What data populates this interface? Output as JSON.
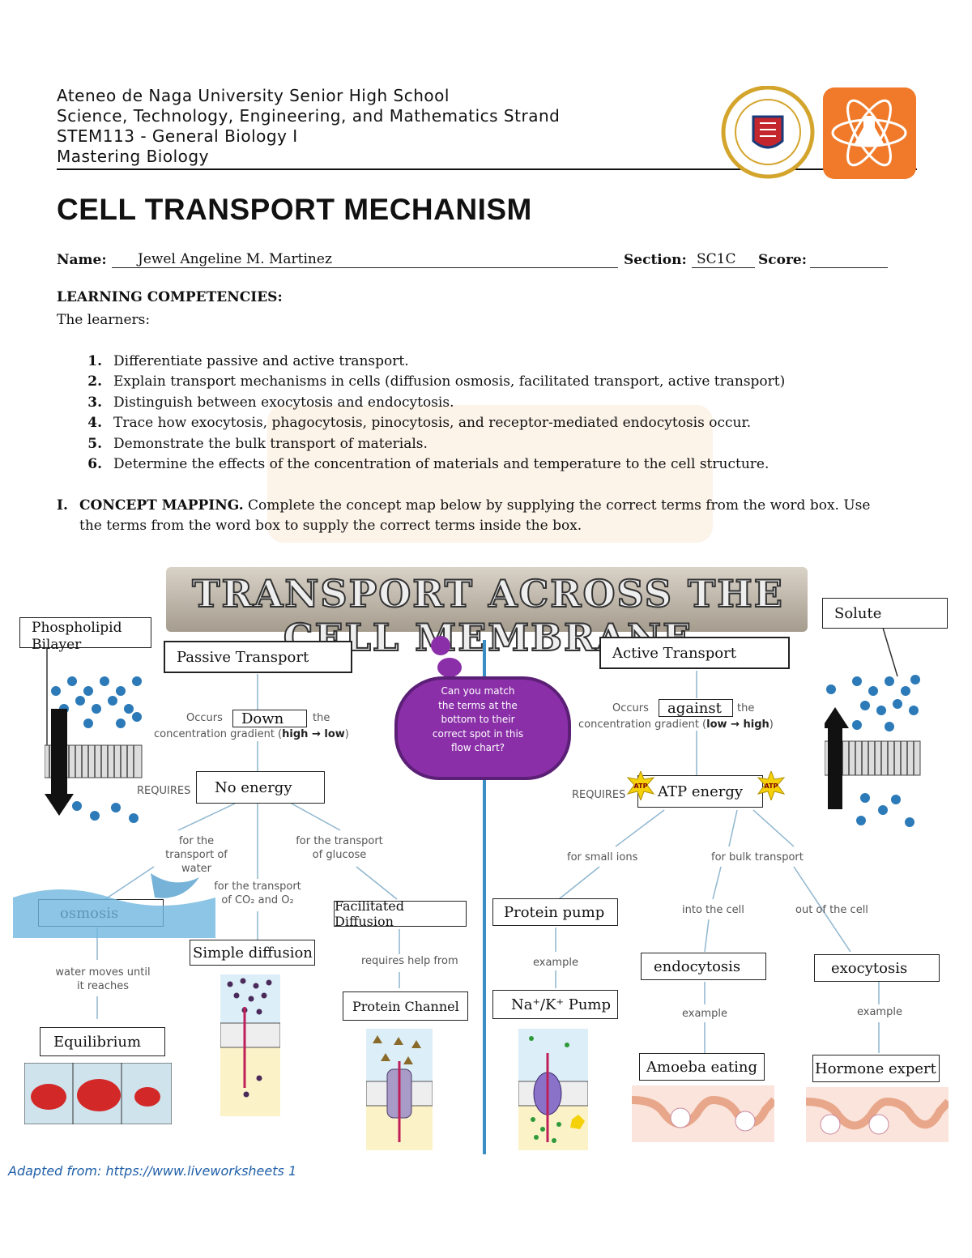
{
  "header": {
    "line1": "Ateneo de Naga University Senior High School",
    "line2": "Science, Technology, Engineering, and Mathematics Strand",
    "line3": "STEM113 - General Biology I",
    "line4": "Mastering Biology"
  },
  "title": "CELL TRANSPORT MECHANISM",
  "form": {
    "name_label": "Name:",
    "name_value": "Jewel Angeline M. Martinez",
    "section_label": "Section:",
    "section_value": "SC1C",
    "score_label": "Score:",
    "score_value": ""
  },
  "competencies": {
    "heading": "LEARNING COMPETENCIES:",
    "intro": "The learners:",
    "items": [
      {
        "num": "1.",
        "text": "Differentiate passive and active transport."
      },
      {
        "num": "2.",
        "text": "Explain transport mechanisms in cells (diffusion osmosis, facilitated transport, active transport)"
      },
      {
        "num": "3.",
        "text": "Distinguish between exocytosis and endocytosis."
      },
      {
        "num": "4.",
        "text": "Trace how exocytosis, phagocytosis, pinocytosis, and receptor-mediated endocytosis occur."
      },
      {
        "num": "5.",
        "text": "Demonstrate the bulk transport of materials."
      },
      {
        "num": "6.",
        "text": "Determine the effects of the concentration of materials and temperature to the cell structure."
      }
    ]
  },
  "section1": {
    "num": "I.",
    "heading": "CONCEPT MAPPING.",
    "instructions_1": "Complete the concept map below by supplying the correct terms from the word box. Use",
    "instructions_2": "the terms from the word box to supply the correct terms inside the box."
  },
  "map": {
    "banner": "TRANSPORT ACROSS THE CELL MEMBRANE",
    "cloud": [
      "Can you match",
      "the terms at the",
      "bottom to their",
      "correct spot in this",
      "flow chart?"
    ],
    "boxes": {
      "phospholipid": "Phospholipid Bilayer",
      "passive": "Passive Transport",
      "active": "Active Transport",
      "solute": "Solute",
      "down": "Down",
      "against": "against",
      "no_energy": "No energy",
      "atp_energy": "ATP energy",
      "osmosis": "osmosis",
      "simple": "Simple diffusion",
      "facilitated": "Facilitated Diffusion",
      "protein_pump": "Protein pump",
      "endocytosis": "endocytosis",
      "exocytosis": "exocytosis",
      "equilibrium": "Equilibrium",
      "protein_channel": "Protein Channel",
      "na_k": "Na⁺/K⁺ Pump",
      "amoeba": "Amoeba eating",
      "hormone": "Hormone expert"
    },
    "labels": {
      "occurs_left": "Occurs",
      "the_left": "the",
      "gradient_left": "concentration gradient (",
      "gradient_left_bold": "high → low",
      "occurs_right": "Occurs",
      "the_right": "the",
      "gradient_right": "concentration gradient (",
      "gradient_right_bold": "low → high",
      "requires_left": "REQUIRES",
      "requires_right": "REQUIRES",
      "water": "for the transport of water",
      "glucose": "for the transport of glucose",
      "co2": "for the transport of CO₂ and O₂",
      "small_ions": "for small ions",
      "bulk": "for bulk transport",
      "into": "into the cell",
      "out": "out of the cell",
      "water_moves": "water moves until it reaches",
      "requires_help": "requires help from",
      "example1": "example",
      "example2": "example",
      "example3": "example",
      "atp": "ATP"
    }
  },
  "footer": "Adapted from: https://www.liveworksheets 1",
  "colors": {
    "divider": "#3b8ec4",
    "cloud": "#8a2fa8",
    "logo_orange": "#f07a2a",
    "seal_gold": "#d4a52c",
    "link": "#1f5fa8"
  }
}
